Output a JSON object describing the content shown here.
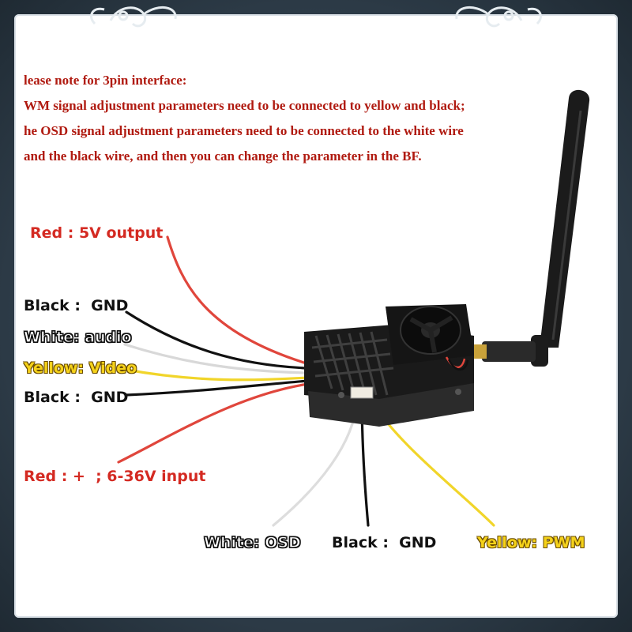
{
  "notes": [
    "lease note for 3pin interface:",
    "WM signal adjustment parameters need to be connected to yellow and black;",
    "he OSD signal adjustment parameters need to be connected to the white wire",
    "and the black wire, and then you can change the parameter in the BF."
  ],
  "labels": {
    "red_5v": "Red : 5V output",
    "black_gnd_1": "Black :  GND",
    "white_audio": "White: audio",
    "yellow_video": "Yellow: Video",
    "black_gnd_2": "Black :  GND",
    "red_input": "Red : +  ; 6-36V input",
    "white_osd": "White: OSD",
    "black_gnd_3": "Black :  GND",
    "yellow_pwm": "Yellow: PWM"
  },
  "colors": {
    "wire_red": "#e0463c",
    "wire_black": "#111111",
    "wire_white": "#f2f2f2",
    "wire_yellow": "#f1d52a",
    "accent_red": "#d42a22",
    "note_red": "#b01a10"
  }
}
